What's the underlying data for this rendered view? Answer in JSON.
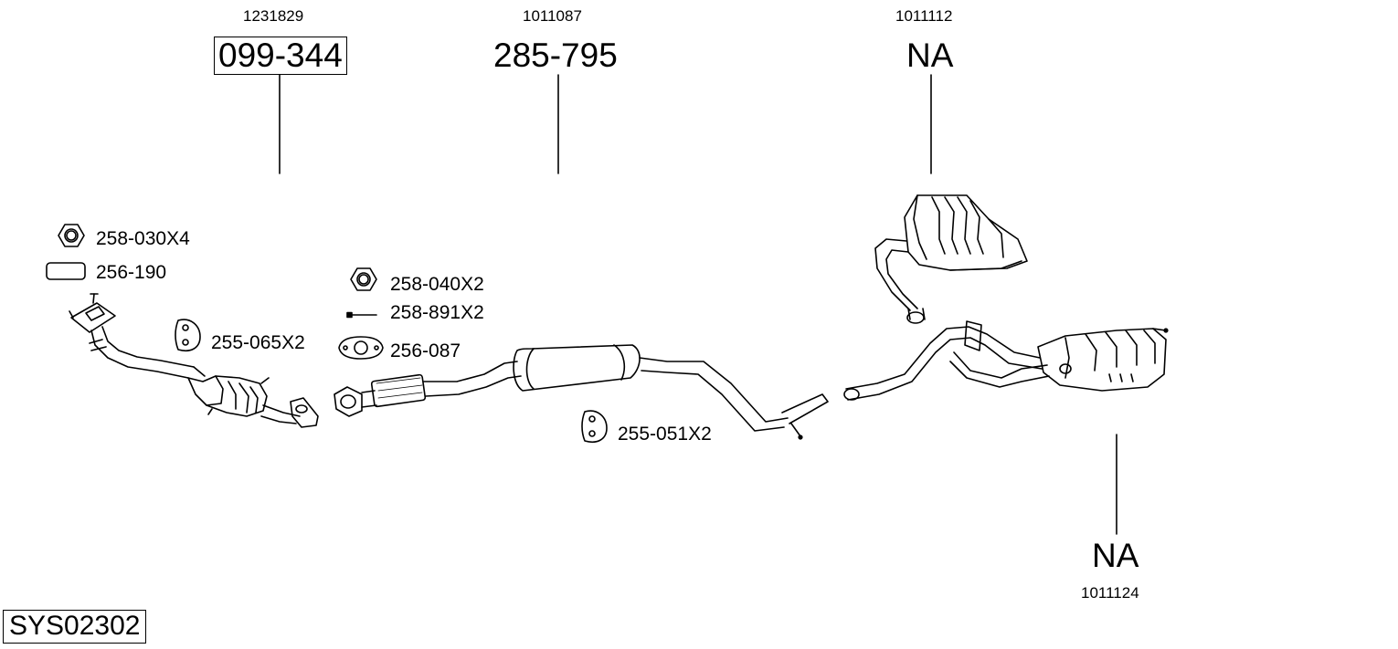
{
  "diagram_id": "SYS02302",
  "parts": [
    {
      "oe": "1231829",
      "part_no": "099-344",
      "boxed": true
    },
    {
      "oe": "1011087",
      "part_no": "285-795",
      "boxed": false
    },
    {
      "oe": "1011112",
      "part_no": "NA",
      "boxed": false
    },
    {
      "oe": "1011124",
      "part_no": "NA",
      "boxed": false
    }
  ],
  "accessories": [
    {
      "part_no": "258-030X4",
      "icon": "nut-icon"
    },
    {
      "part_no": "256-190",
      "icon": "gasket-ring-icon"
    },
    {
      "part_no": "255-065X2",
      "icon": "rubber-hanger-icon"
    },
    {
      "part_no": "258-040X2",
      "icon": "nut-icon"
    },
    {
      "part_no": "258-891X2",
      "icon": "bolt-icon"
    },
    {
      "part_no": "256-087",
      "icon": "flange-gasket-icon"
    },
    {
      "part_no": "255-051X2",
      "icon": "rubber-hanger-icon"
    }
  ],
  "colors": {
    "line": "#000000",
    "background": "#ffffff"
  }
}
